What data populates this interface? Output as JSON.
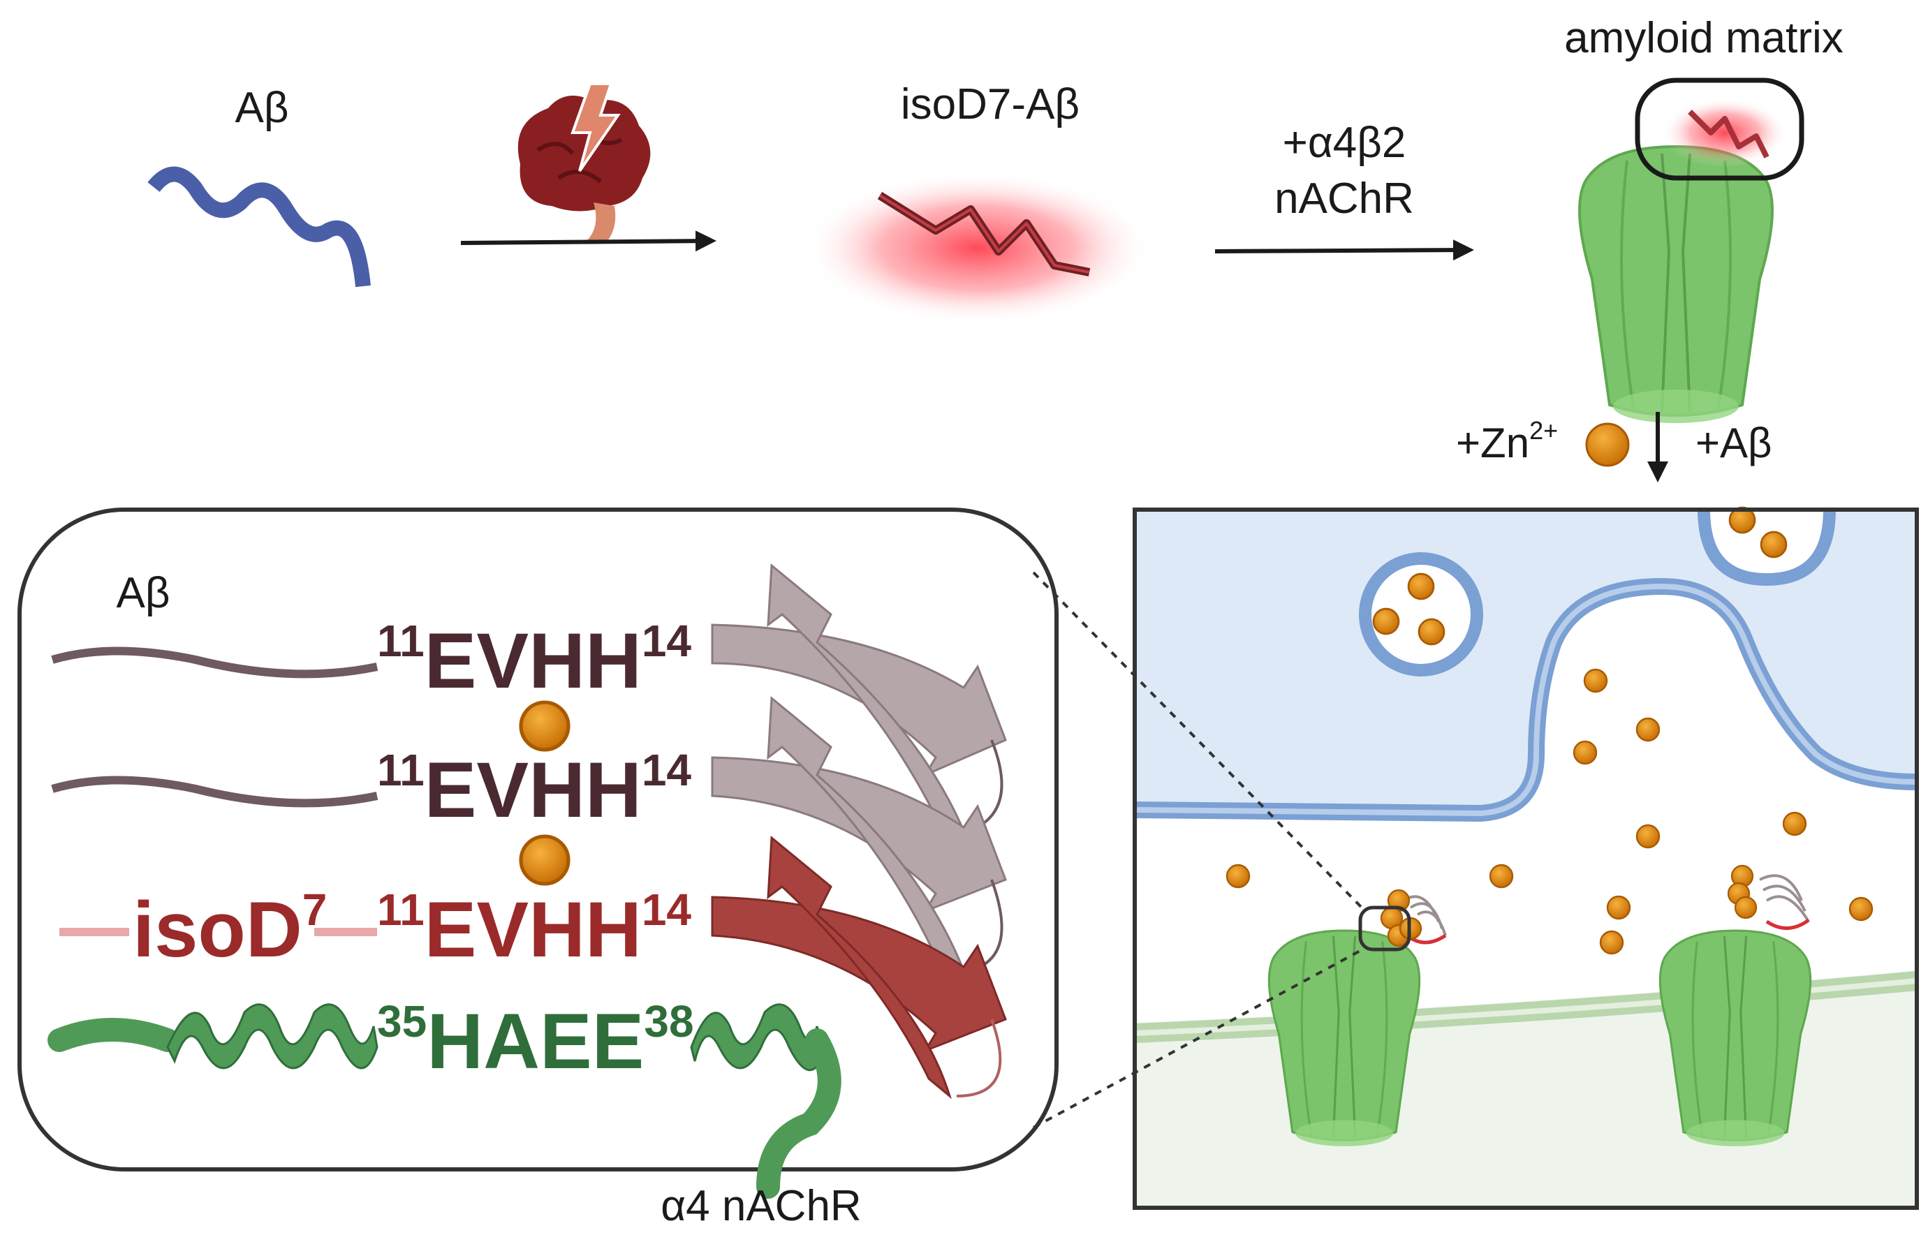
{
  "top": {
    "abeta_label": "Aβ",
    "isod7_label": "isoD7-Aβ",
    "receptor_line1": "+α4β2",
    "receptor_line2": "nAChR",
    "amyloid_label": "amyloid matrix",
    "zn_prefix": "+Zn",
    "zn_sup": "2+",
    "abeta_add": "+Aβ"
  },
  "inset": {
    "abeta_label": "Aβ",
    "rows": [
      {
        "pre": "11",
        "motif": "EVHH",
        "post": "14"
      },
      {
        "pre": "11",
        "motif": "EVHH",
        "post": "14"
      },
      {
        "pre": "11",
        "motif": "EVHH",
        "post": "14"
      }
    ],
    "isod_text": "isoD",
    "isod_sup": "7",
    "helix_pre": "35",
    "helix_motif": "HAEE",
    "helix_post": "38",
    "a4_label": "α4 nAChR"
  },
  "colors": {
    "abeta_blue": "#4a5fa8",
    "glow_red": "#ff3b4a",
    "peptide_dark": "#4a2a30",
    "isod_red": "#9b2a2a",
    "helix_green": "#2f6e3a",
    "zinc_orange": "#e08a0c",
    "receptor_green": "#7cc46b",
    "membrane_blue": "#8fb0dd",
    "cytosol_blue": "#dde9f7"
  }
}
